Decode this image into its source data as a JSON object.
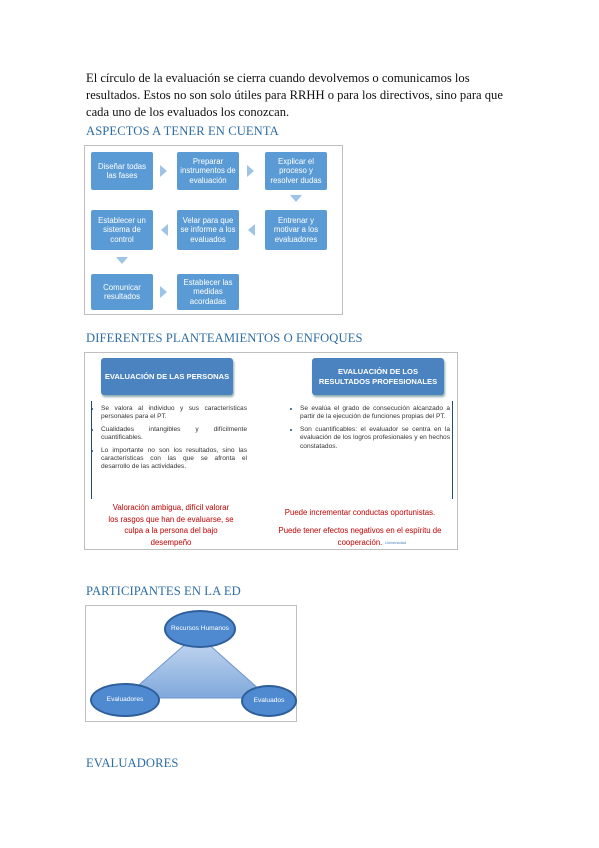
{
  "intro": "El círculo de la evaluación se cierra cuando devolvemos o comunicamos los resultados. Estos no son solo útiles para RRHH o para los directivos, sino para que cada uno de los evaluados los conozcan.",
  "headings": {
    "aspectos": "ASPECTOS A TENER EN CUENTA",
    "enfoques": "DIFERENTES PLANTEAMIENTOS O ENFOQUES",
    "participantes": "PARTICIPANTES EN LA ED",
    "evaluadores": "EVALUADORES"
  },
  "flow": {
    "steps": [
      "Diseñar todas las fases",
      "Preparar instrumentos de evaluación",
      "Explicar el proceso y resolver dudas",
      "Entrenar y motivar a los evaluadores",
      "Velar para que se informe a los evaluados",
      "Establecer un sistema de control",
      "Comunicar resultados",
      "Establecer las medidas acordadas"
    ],
    "colors": {
      "box": "#5b9bd5",
      "arrow": "#9dc3e6"
    }
  },
  "approaches": {
    "left": {
      "title": "EVALUACIÓN DE LAS PERSONAS",
      "bullets": [
        "Se valora al individuo y sus características personales para el PT.",
        "Cualidades intangibles y difícilmente cuantificables.",
        "Lo importante no son los resultados, sino las características con las que se afronta el desarrollo de las actividades."
      ],
      "note": "Valoración ambigua, difícil valorar los rasgos que han de evaluarse, se culpa a la persona del bajo desempeño"
    },
    "right": {
      "title": "EVALUACIÓN DE LOS RESULTADOS PROFESIONALES",
      "bullets": [
        "Se evalúa el grado de consecución alcanzado a partir de la ejecución de funciones propias del PT.",
        "Son cuantificables: el evaluador se centra en la evaluación de los logros profesionales y en hechos constatados."
      ],
      "notes": [
        "Puede incrementar conductas oportunistas.",
        "Puede tener efectos negativos en el espíritu de cooperación."
      ]
    },
    "logo_text": "Universidad",
    "colors": {
      "banner": "#4a83c0",
      "note": "#c00000"
    }
  },
  "participants": {
    "nodes": [
      "Recursos Humanos",
      "Evaluadores",
      "Evaluados"
    ],
    "colors": {
      "node": "#4f8ad0",
      "triangle": "#8fb4e3"
    }
  }
}
